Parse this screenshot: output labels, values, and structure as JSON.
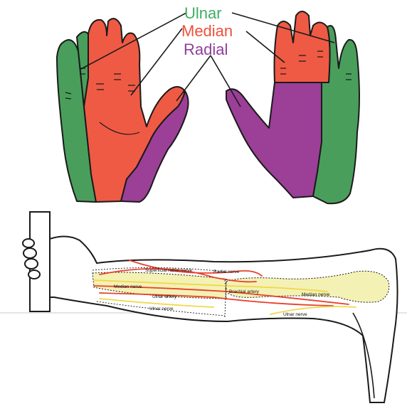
{
  "hands_legend": {
    "ulnar": {
      "label": "Ulnar",
      "color": "#3fae63"
    },
    "median": {
      "label": "Median",
      "color": "#f0503a"
    },
    "radial": {
      "label": "Radial",
      "color": "#8e3f9b"
    }
  },
  "arm_labels": {
    "superficial_radial_nerve": "Superficial radial nerve",
    "radial_nerve": "Radial nerve",
    "median_nerve": "Median nerve",
    "ulnar_artery": "Ulnar artery",
    "brachial_artery": "Brachial artery",
    "median_nerve_upper": "Median nerve",
    "ulnar_nerve_forearm": "Ulnar nerve",
    "ulnar_nerve_upper": "Ulnar nerve"
  },
  "colors": {
    "ulnar_zone": "#4a9e5c",
    "median_zone": "#ef5a45",
    "radial_zone": "#9b3f97",
    "bone": "#f4f1b4",
    "nerve_red": "#e8402c",
    "nerve_yellow": "#f0d848",
    "outline": "#1a1a1a"
  }
}
